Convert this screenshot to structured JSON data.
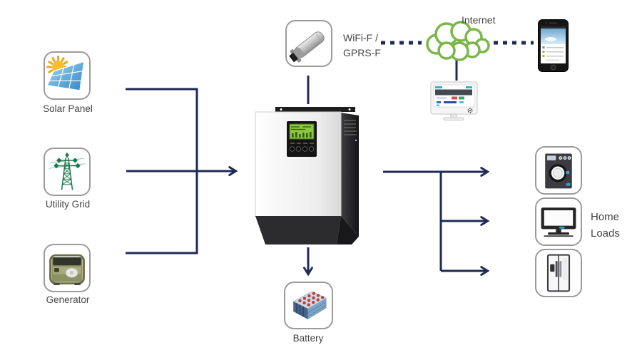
{
  "title": "Solar inverter system connection diagram",
  "colors": {
    "connector_line": "#1f2a55",
    "label_text": "#454545",
    "box_border": "#999999",
    "cloud_outline": "#7ab648",
    "background": "#ffffff"
  },
  "nodes": {
    "solar_panel": {
      "label": "Solar Panel",
      "icon": "solar-panel-icon"
    },
    "utility_grid": {
      "label": "Utility Grid",
      "icon": "utility-grid-icon"
    },
    "generator": {
      "label": "Generator",
      "icon": "generator-icon"
    },
    "inverter": {
      "icon": "inverter-icon"
    },
    "wifi_module": {
      "label_line1": "WiFi-F /",
      "label_line2": "GPRS-F",
      "icon": "wifi-gprs-module-icon"
    },
    "internet_cloud": {
      "label": "Internet",
      "icon": "cloud-icon"
    },
    "desktop_monitor": {
      "icon": "desktop-monitor-icon"
    },
    "smartphone": {
      "icon": "smartphone-icon"
    },
    "battery": {
      "label": "Battery",
      "icon": "battery-icon"
    },
    "washing_machine": {
      "icon": "washing-machine-icon"
    },
    "tv": {
      "icon": "tv-icon"
    },
    "refrigerator": {
      "icon": "refrigerator-icon"
    },
    "home_loads": {
      "label_line1": "Home",
      "label_line2": "Loads"
    }
  },
  "connections": [
    {
      "from": "solar-panel",
      "to": "inverter",
      "style": "solid-arrow"
    },
    {
      "from": "utility-grid",
      "to": "inverter",
      "style": "solid-arrow"
    },
    {
      "from": "generator",
      "to": "inverter",
      "style": "solid-arrow"
    },
    {
      "from": "wifi-module",
      "to": "inverter",
      "style": "solid"
    },
    {
      "from": "wifi-module",
      "to": "internet-cloud",
      "style": "dotted"
    },
    {
      "from": "internet-cloud",
      "to": "smartphone",
      "style": "dotted"
    },
    {
      "from": "internet-cloud",
      "to": "desktop-monitor",
      "style": "solid"
    },
    {
      "from": "inverter",
      "to": "battery",
      "style": "solid-arrow"
    },
    {
      "from": "inverter",
      "to": "washing-machine",
      "style": "solid-arrow"
    },
    {
      "from": "inverter",
      "to": "tv",
      "style": "solid-arrow"
    },
    {
      "from": "inverter",
      "to": "refrigerator",
      "style": "solid-arrow"
    }
  ]
}
